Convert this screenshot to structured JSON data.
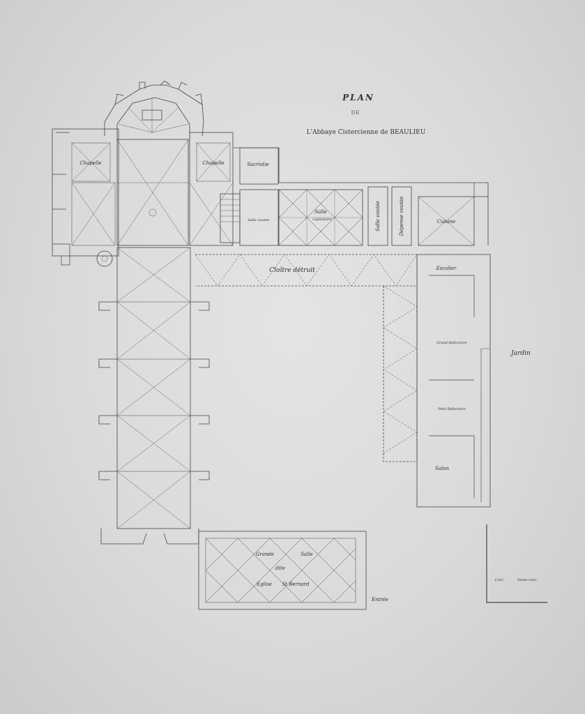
{
  "title": {
    "plan": "PLAN",
    "de": "DE",
    "subtitle": "L'Abbaye Cistercienne de BEAULIEU"
  },
  "labels": {
    "chapelle_left": "Chapelle",
    "chapelle_right": "Chapelle",
    "sacristie": "Sacristie",
    "salle_voutee": "Salle voutée",
    "salle_capitulaire_1": "Salle",
    "salle_capitulaire_2": "capitulaire",
    "salle_voutee_2": "Salle voutée",
    "depense_voutee": "Dépense voutée",
    "cuisine": "Cuisine",
    "cloitre": "Cloître détruit",
    "escalier": "Escalier",
    "grand_refectoire": "Grand Réfectoire",
    "petit_refectoire": "Petit Réfectoire",
    "salon": "Salon",
    "jardin": "Jardin",
    "grande": "Grande",
    "salle": "Salle",
    "dite": "dite",
    "eglise": "Eglise",
    "st_bernard": "St Bernard",
    "entree": "Entrée",
    "cour": "Cour",
    "basse_cour": "basse-cour"
  }
}
